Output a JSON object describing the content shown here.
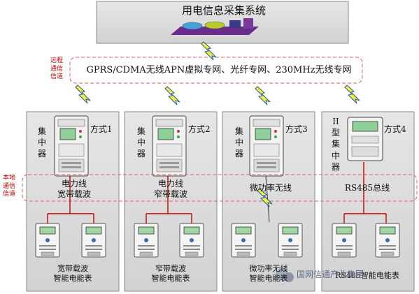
{
  "title": "用电信息采集系统",
  "network": "GPRS/CDMA无线APN虚拟专网、光纤专网、230MHz无线专网",
  "remote_channel_label": [
    "远程",
    "通信",
    "信道"
  ],
  "local_channel_label": [
    "本地",
    "通信",
    "信道"
  ],
  "columns": [
    {
      "concentrator_chars": [
        "集",
        "中",
        "器"
      ],
      "method": "方式1",
      "channel": [
        "电力线",
        "宽带载波"
      ],
      "meter_label": [
        "宽带载波",
        "智能电能表"
      ]
    },
    {
      "concentrator_chars": [
        "集",
        "中",
        "器"
      ],
      "method": "方式2",
      "channel": [
        "电力线",
        "窄带载波"
      ],
      "meter_label": [
        "窄带载波",
        "智能电能表"
      ]
    },
    {
      "concentrator_chars": [
        "集",
        "中",
        "器"
      ],
      "method": "方式3",
      "channel": [
        "微功率无线"
      ],
      "meter_label": [
        "微功率无线",
        "智能电能表"
      ]
    },
    {
      "concentrator_chars": [
        "II",
        "型",
        "集",
        "中",
        "器"
      ],
      "method": "方式4",
      "channel": [
        "RS485总线"
      ],
      "meter_label": [
        "RS485智能电能表"
      ]
    }
  ],
  "watermark": "国网信通产业集团",
  "colors": {
    "panel_fill": "#dcdcdc",
    "panel_stroke": "#8a8a8a",
    "dashed_red": "#e06060",
    "lightning_fill": "#f0f040",
    "lightning_stroke": "#2a5a9a",
    "red_line": "#c00000"
  }
}
